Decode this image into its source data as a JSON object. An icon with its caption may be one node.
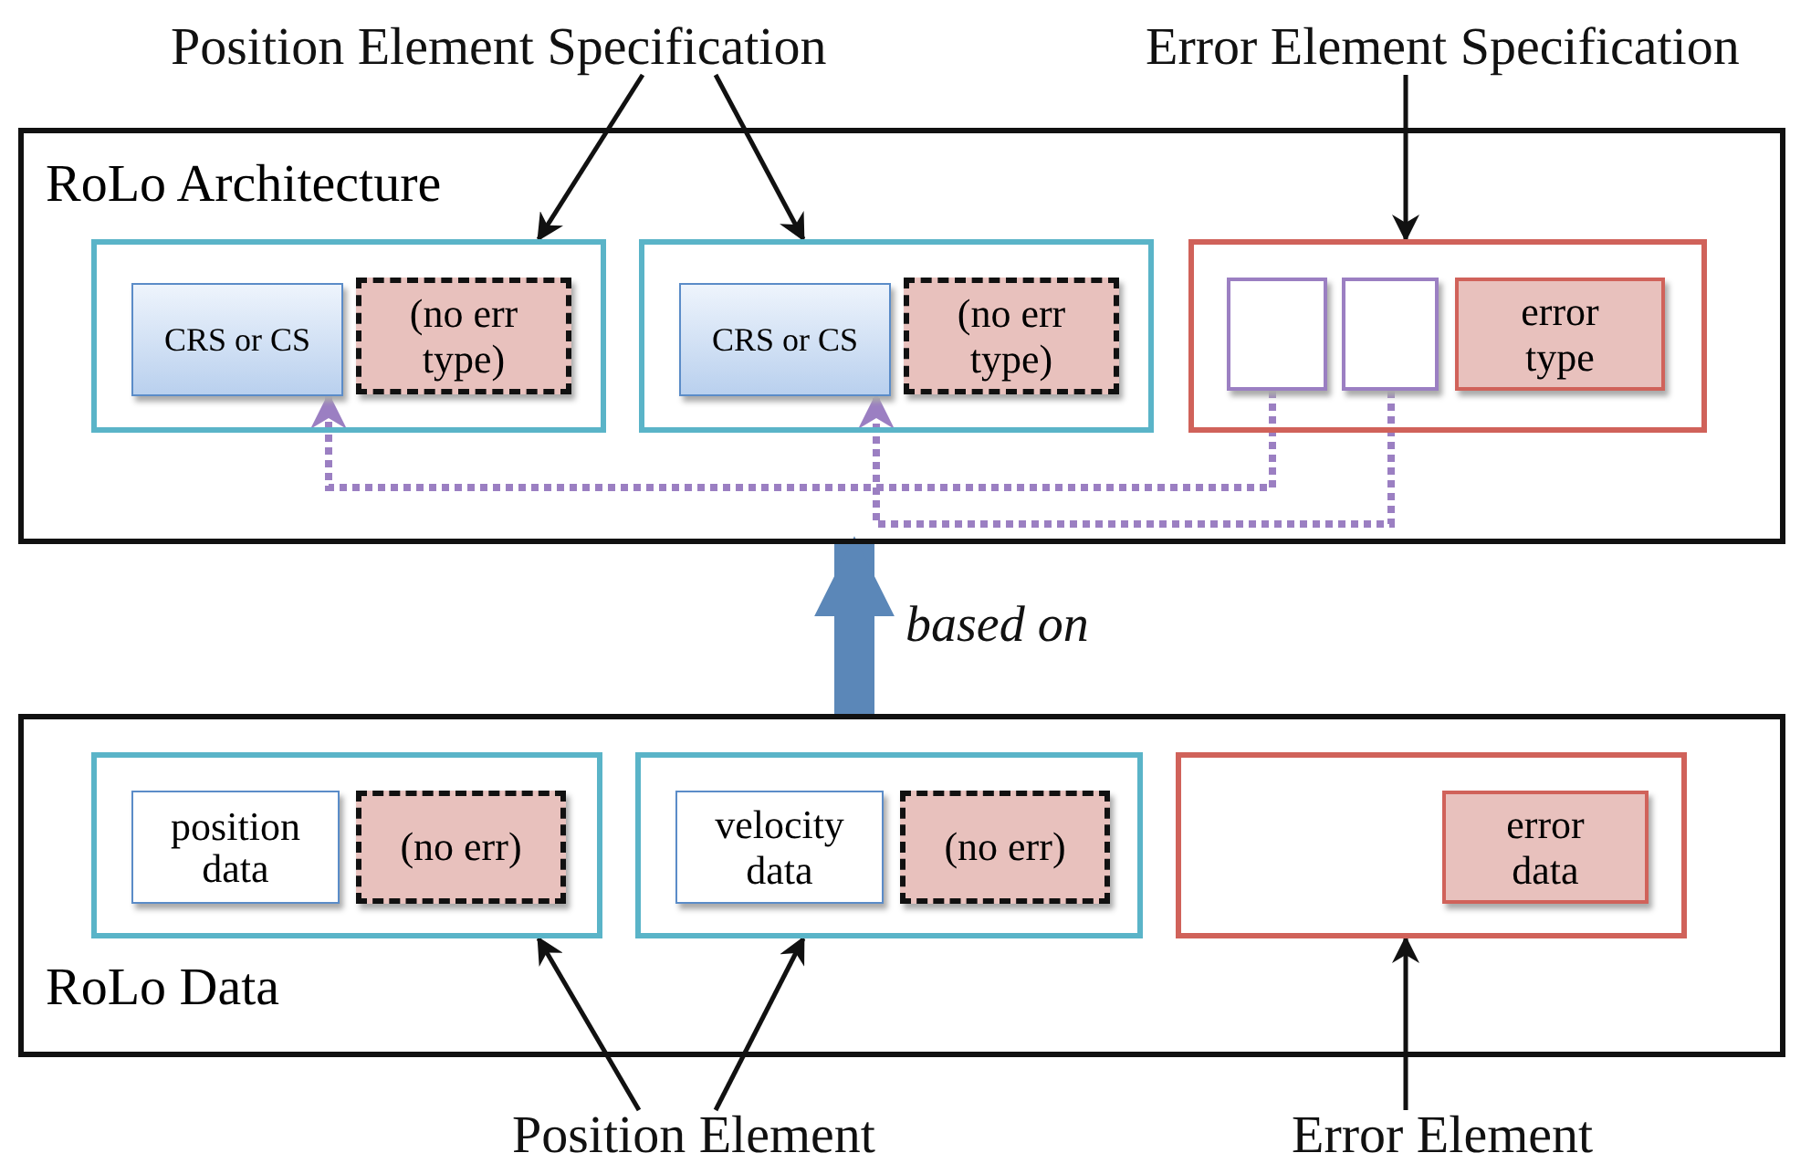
{
  "diagram": {
    "nodes": [
      {
        "text": [
          "Position Element Specification"
        ]
      },
      {
        "text": [
          "Error Element Specification"
        ]
      },
      {
        "text": [
          "RoLo Architecture"
        ]
      },
      {
        "text": [],
        "shape": "box",
        "in": 2
      },
      {
        "text": [
          "CRS or CS"
        ],
        "in": 3
      },
      {
        "text": [
          "(no err type)"
        ],
        "in": 3
      },
      {
        "text": [],
        "shape": "box",
        "in": 2
      },
      {
        "text": [
          "CRS or CS"
        ],
        "in": 6
      },
      {
        "text": [
          "(no err type)"
        ],
        "in": 6
      },
      {
        "text": [],
        "shape": "box",
        "in": 2
      },
      {
        "text": [],
        "shape": "box",
        "in": 9
      },
      {
        "text": [],
        "shape": "box",
        "in": 9
      },
      {
        "text": [
          "error type"
        ],
        "in": 9
      },
      {
        "text": [
          "RoLo Data"
        ]
      },
      {
        "text": [],
        "shape": "box",
        "in": 13
      },
      {
        "text": [
          "position data"
        ],
        "in": 14
      },
      {
        "text": [
          "(no err)"
        ],
        "in": 14
      },
      {
        "text": [],
        "shape": "box",
        "in": 13
      },
      {
        "text": [
          "velocity data"
        ],
        "in": 17
      },
      {
        "text": [
          "(no err)"
        ],
        "in": 17
      },
      {
        "text": [],
        "shape": "box",
        "in": 13
      },
      {
        "text": [
          "error data"
        ],
        "in": 20
      },
      {
        "text": [
          "Position Element"
        ]
      },
      {
        "text": [
          "Error Element"
        ]
      }
    ],
    "edges": [
      {
        "from": 0,
        "to": 3,
        "arrow": "to"
      },
      {
        "from": 0,
        "to": 6,
        "arrow": "to"
      },
      {
        "from": 1,
        "to": 9,
        "arrow": "to"
      },
      {
        "from": 10,
        "to": 4,
        "arrow": "to",
        "style": "dashed",
        "color": "#9b7fc2"
      },
      {
        "from": 11,
        "to": 7,
        "arrow": "to",
        "style": "dashed",
        "color": "#9b7fc2"
      },
      {
        "from": 13,
        "to": 2,
        "arrow": "to",
        "label": "based on",
        "style": "thick",
        "color": "#5b87b8"
      },
      {
        "from": 22,
        "to": 14,
        "arrow": "to"
      },
      {
        "from": 22,
        "to": 17,
        "arrow": "to"
      },
      {
        "from": 23,
        "to": 20,
        "arrow": "to"
      }
    ]
  }
}
